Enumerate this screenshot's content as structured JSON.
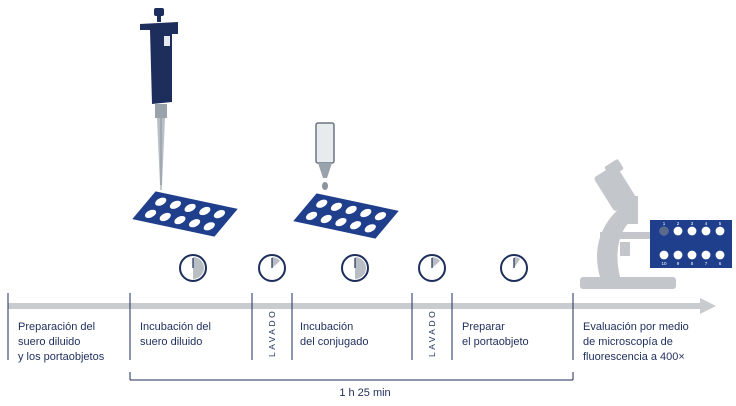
{
  "steps": [
    {
      "label": "Preparación del\nsuero diluido\ny los portaobjetos"
    },
    {
      "label": "Incubación del\nsuero diluido"
    },
    {
      "label": "Incubación\ndel conjugado"
    },
    {
      "label": "Preparar\nel portaobjeto"
    },
    {
      "label": "Evaluación por medio\nde microscopía de\nfluorescencia a 400×"
    }
  ],
  "wash_label": "LAVADO",
  "total_time": "1 h 25 min",
  "slide_numbers_top": [
    "1",
    "2",
    "3",
    "4",
    "5"
  ],
  "slide_numbers_bottom": [
    "10",
    "9",
    "8",
    "7",
    "6"
  ],
  "colors": {
    "navy": "#1e2e5c",
    "slide_blue": "#1f3f8c",
    "timeline_gray": "#c9cccf",
    "microscope_gray": "#c3c7cb"
  },
  "icons": [
    "pipette-icon",
    "dropper-icon",
    "slide-icon",
    "timer-icon",
    "microscope-icon"
  ]
}
